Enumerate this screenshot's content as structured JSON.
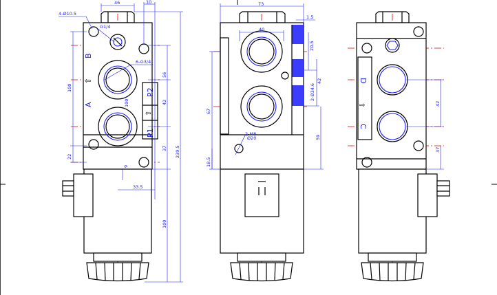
{
  "views": [
    {
      "id": "front",
      "port_labels": [
        "B",
        "A",
        "P2",
        "P1"
      ],
      "dims": {
        "top_width": "46",
        "top_right": "10",
        "mount_holes": "4-Ø10.5",
        "g14": "G1/4",
        "ports": "6-G3/4",
        "left_height": "100",
        "right_56": "56",
        "right_37": "37",
        "right_42": "42",
        "total_height": "239.5",
        "mid_100": "100",
        "bottom_22": "22",
        "bottom_9": "9",
        "bottom_33": "33.5",
        "coil_100": "100"
      }
    },
    {
      "id": "side",
      "dims": {
        "top_width": "73",
        "inner_40": "40",
        "right_15": "1.5",
        "right_205": "20.5",
        "right_2m": "2-Ø34.6",
        "right_42": "42",
        "left_67": "67",
        "right_59": "59",
        "thread": "2-M8",
        "depth": "Ø20",
        "bottom_185": "18.5"
      }
    },
    {
      "id": "back",
      "port_labels": [
        "D",
        "C"
      ],
      "dims": {
        "right_42": "42",
        "right_37": "37"
      }
    }
  ]
}
